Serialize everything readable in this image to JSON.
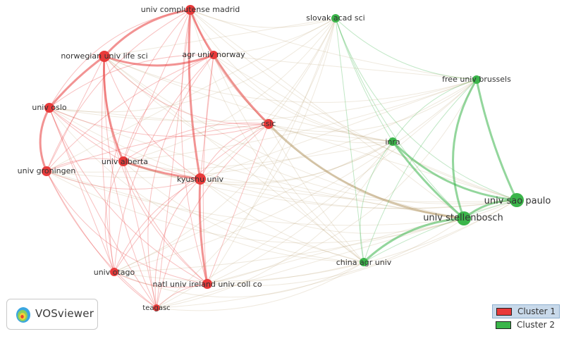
{
  "app": {
    "name": "VOSviewer"
  },
  "colors": {
    "cluster1": "#e83a3a",
    "cluster2": "#3bb54a"
  },
  "network": {
    "nodes": [
      {
        "id": "ucm",
        "label": "univ complutense madrid",
        "cluster": 1
      },
      {
        "id": "nuls",
        "label": "norwegian univ life sci",
        "cluster": 1
      },
      {
        "id": "agrnor",
        "label": "agr univ norway",
        "cluster": 1
      },
      {
        "id": "oslo",
        "label": "univ oslo",
        "cluster": 1
      },
      {
        "id": "csic",
        "label": "csic",
        "cluster": 1
      },
      {
        "id": "alberta",
        "label": "univ alberta",
        "cluster": 1
      },
      {
        "id": "groningen",
        "label": "univ groningen",
        "cluster": 1
      },
      {
        "id": "kyushu",
        "label": "kyushu univ",
        "cluster": 1
      },
      {
        "id": "otago",
        "label": "univ otago",
        "cluster": 1
      },
      {
        "id": "natlire",
        "label": "natl univ ireland univ coll co",
        "cluster": 1
      },
      {
        "id": "teagasc",
        "label": "teagasc",
        "cluster": 1
      },
      {
        "id": "slovak",
        "label": "slovak acad sci",
        "cluster": 2
      },
      {
        "id": "brussels",
        "label": "free univ brussels",
        "cluster": 2
      },
      {
        "id": "inra",
        "label": "inra",
        "cluster": 2
      },
      {
        "id": "saopaulo",
        "label": "univ sao paulo",
        "cluster": 2
      },
      {
        "id": "stellen",
        "label": "univ stellenbosch",
        "cluster": 2
      },
      {
        "id": "china",
        "label": "china agr univ",
        "cluster": 2
      }
    ]
  },
  "legend": {
    "items": [
      {
        "label": "Cluster 1",
        "color": "#e83a3a",
        "selected": true
      },
      {
        "label": "Cluster 2",
        "color": "#3bb54a",
        "selected": false
      }
    ]
  }
}
